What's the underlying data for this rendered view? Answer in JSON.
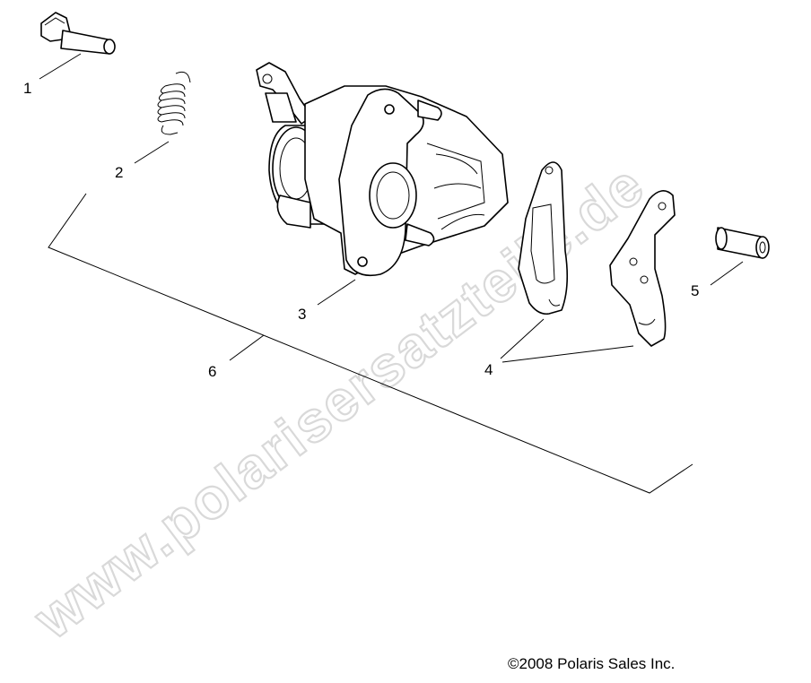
{
  "watermark": "www.polarisersatzteile.de",
  "callouts": {
    "c1": "1",
    "c2": "2",
    "c3": "3",
    "c4": "4",
    "c5": "5",
    "c6": "6"
  },
  "copyright": "©2008 Polaris Sales Inc."
}
